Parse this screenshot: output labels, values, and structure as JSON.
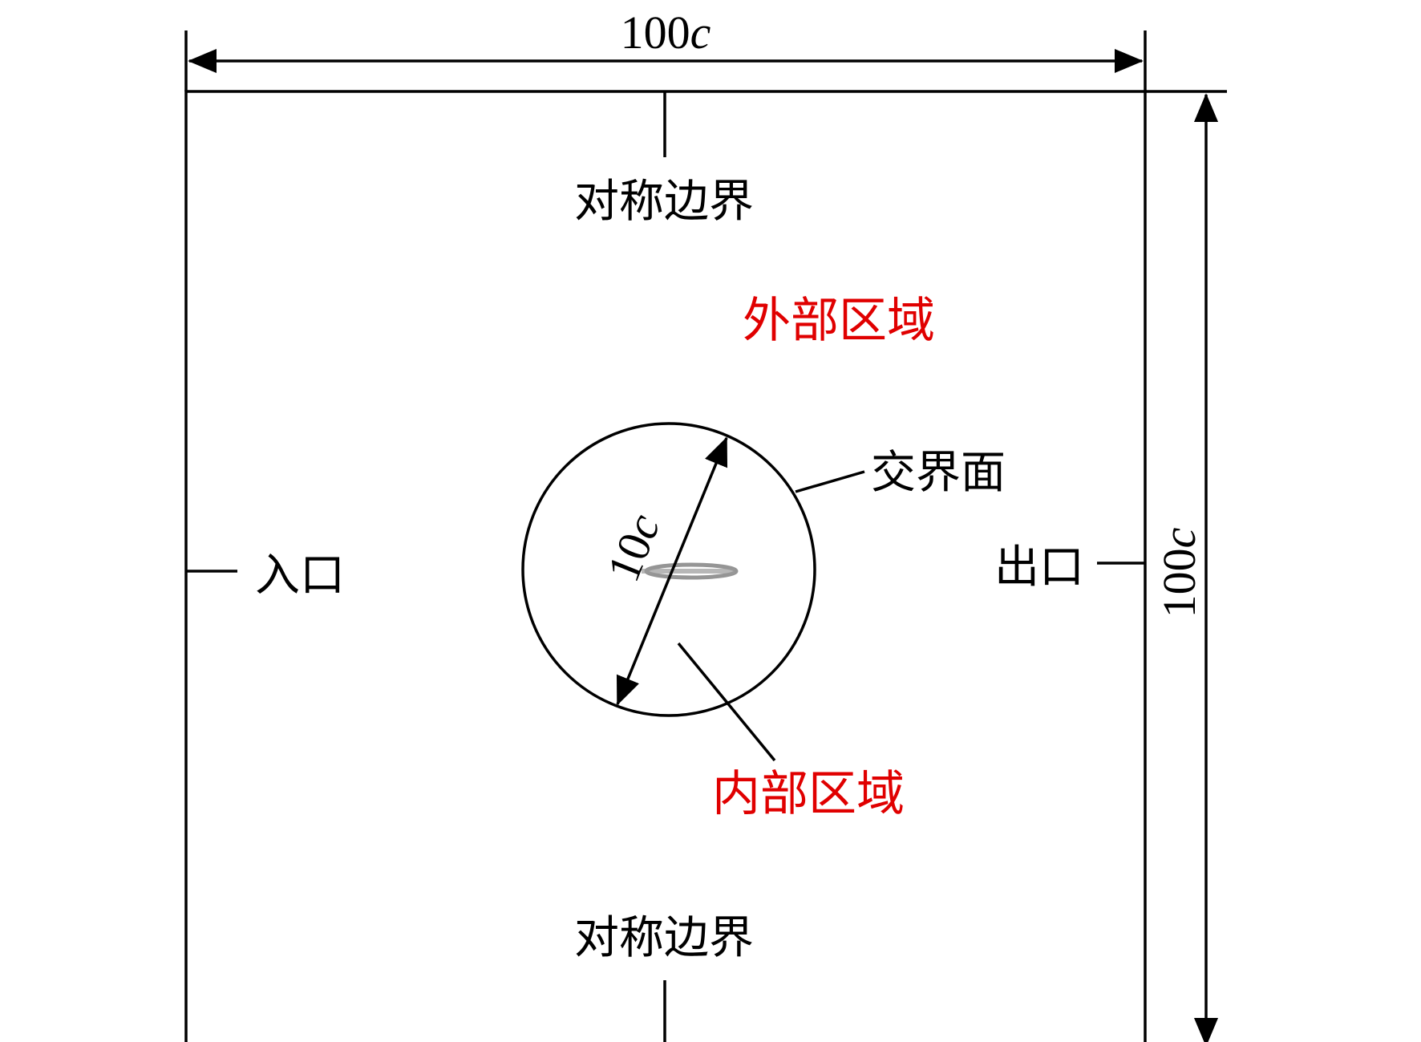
{
  "dimensions": {
    "top_width": {
      "number": "100",
      "variable": "c"
    },
    "right_height": {
      "number": "100",
      "variable": "c"
    },
    "circle_diameter": {
      "number": "10",
      "variable": "c"
    }
  },
  "labels": {
    "symmetric_boundary_top": "对称边界",
    "symmetric_boundary_bottom": "对称边界",
    "outer_region": "外部区域",
    "inner_region": "内部区域",
    "interface": "交界面",
    "inlet": "入口",
    "outlet": "出口"
  },
  "colors": {
    "line": "#000000",
    "region_label": "#e00000",
    "airfoil": "#8a8a8a"
  }
}
